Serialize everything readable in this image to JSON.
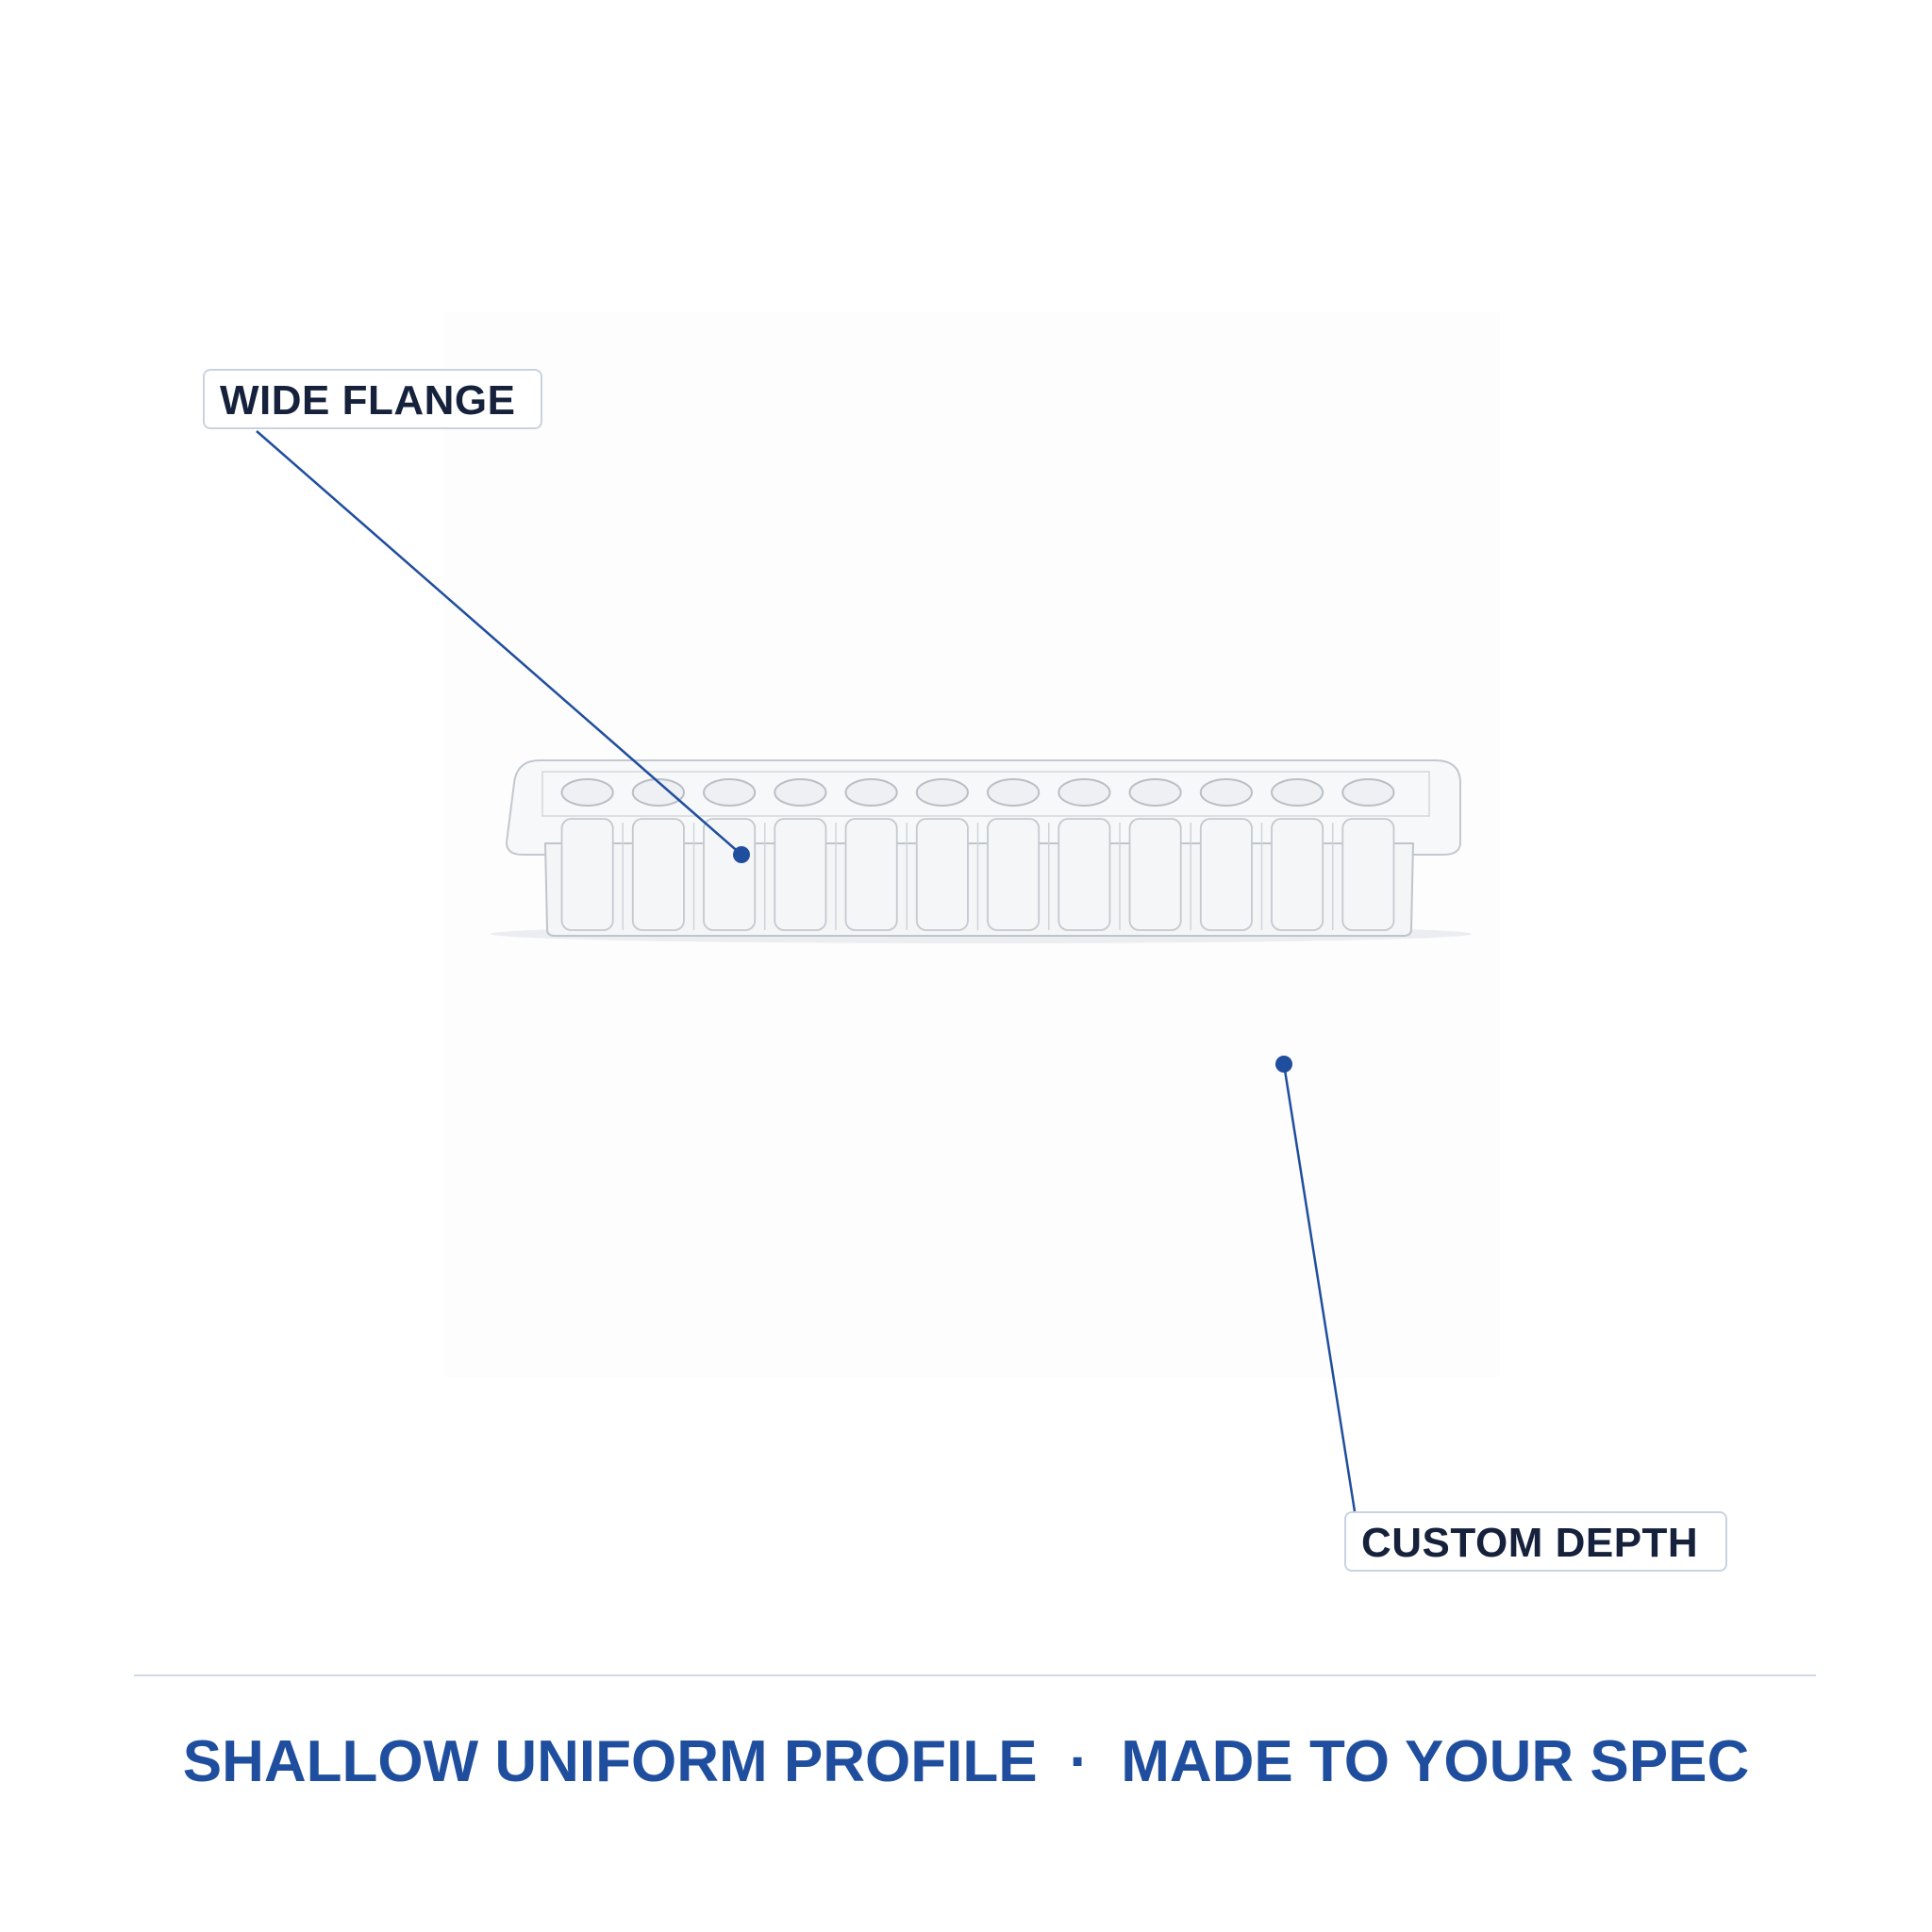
{
  "callouts": {
    "flange_label": "WIDE FLANGE",
    "depth_label": "CUSTOM DEPTH"
  },
  "tagline": {
    "left": "SHALLOW UNIFORM PROFILE",
    "separator": "·",
    "right": "MADE TO YOUR SPEC"
  },
  "product": {
    "name_visible": "",
    "cavity_count": 12
  },
  "colors": {
    "accent": "#1f4e9e",
    "label_text": "#16213b",
    "label_border": "#c9d3df",
    "divider": "#cfd8e3"
  }
}
